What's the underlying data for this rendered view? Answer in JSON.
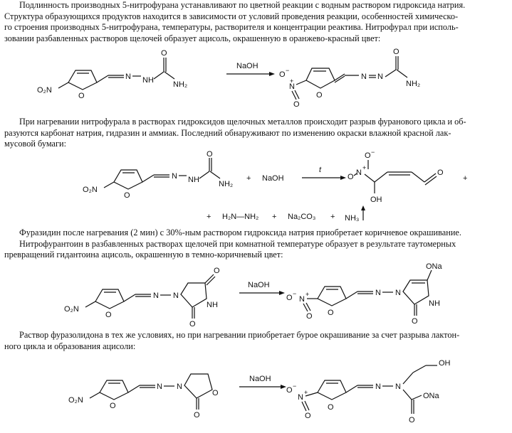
{
  "paragraphs": [
    {
      "lines": [
        "Подлинность производных 5-нитрофурана устанавливают по цветной реакции с водным раствором гидроксида натрия.",
        "Структура образующихся продуктов находится в зависимости от условий проведения реакции, особенностей химическо-",
        "го строения производных 5-нитрофурана, температуры, растворителя и концентрации реактива. Нитрофурал при исполь-",
        "зовании разбавленных растворов щелочей образует ацисоль, окрашенную в оранжево-красный цвет:"
      ]
    },
    {
      "lines": [
        "При нагревании нитрофурала в растворах гидроксидов щелочных металлов происходит разрыв фуранового цикла и об-",
        "разуются карбонат натрия, гидразин и аммиак. Последний обнаруживают по изменению окраски влажной красной лак-",
        "мусовой бумаги:"
      ]
    },
    {
      "lines": [
        "Фуразидин после нагревания (2 мин) с 30%-ным раствором гидроксида натрия приобретает коричневое окрашивание.",
        "Нитрофурантоин в разбавленных растворах щелочей при комнатной температуре образует в результате таутомерных",
        "превращений гидантоина ацисоль, окрашенную в темно-коричневый цвет:"
      ]
    },
    {
      "lines": [
        "Раствор фуразолидона в тех же условиях, но при нагревании приобретает бурое окрашивание за счет разрыва лактон-",
        "ного цикла и образования ацисоли:"
      ]
    }
  ],
  "labels": {
    "no2": "O₂N",
    "o": "O",
    "n": "N",
    "nh": "NH",
    "nh2": "NH₂",
    "naoh": "NaOH",
    "oh": "OH",
    "ona": "ONa",
    "nh3": "NH₃",
    "na2co3": "Na₂CO₃",
    "hydrazine": "H₂N—NH₂",
    "plus": "+",
    "t": "t",
    "minus": "−",
    "onaText": "ONa"
  }
}
